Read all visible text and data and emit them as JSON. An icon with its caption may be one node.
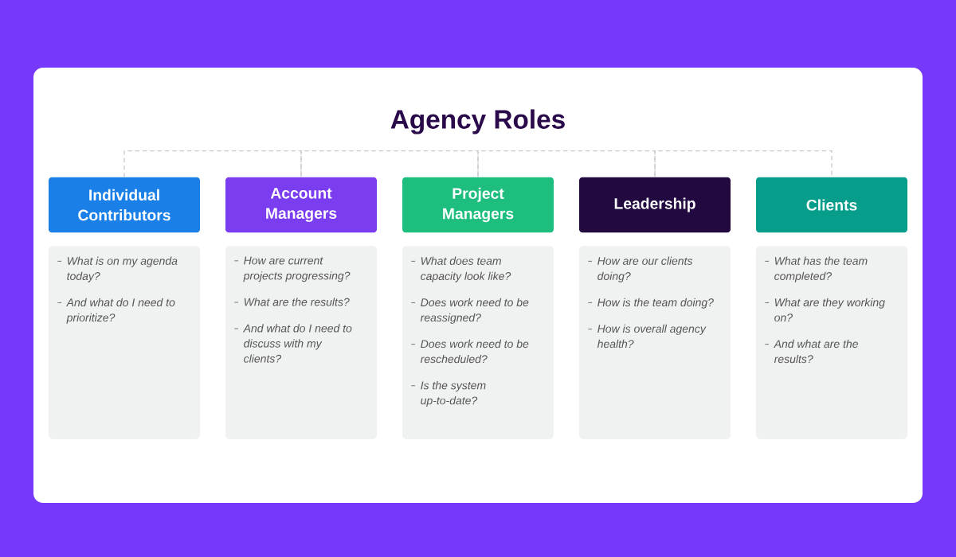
{
  "diagram": {
    "title": "Agency Roles",
    "nodes": [
      {
        "text": [
          "Individual Contributors"
        ]
      },
      {
        "text": [
          "Account Managers"
        ]
      },
      {
        "text": [
          "Project Managers"
        ]
      },
      {
        "text": [
          "Leadership"
        ]
      },
      {
        "text": [
          "Clients"
        ]
      },
      {
        "text": [
          "What is on my agenda today?",
          "And what do I need to prioritize?"
        ]
      },
      {
        "text": [
          "How are current projects progressing?",
          "What are the results?",
          "And what do I need to discuss with my clients?"
        ]
      },
      {
        "text": [
          "What does team capacity look like?",
          "Does work need to be reassigned?",
          "Does work need to be rescheduled?",
          "Is the system up-to-date?"
        ]
      },
      {
        "text": [
          "How are our clients doing?",
          "How is the team doing?",
          "How is overall agency health?"
        ]
      },
      {
        "text": [
          "What has the team completed?",
          "What are they working on?",
          "And what are the results?"
        ]
      }
    ],
    "edges": [
      {
        "from": 0,
        "to": 1,
        "arrow": "none",
        "style": "dashed"
      },
      {
        "from": 1,
        "to": 2,
        "arrow": "none",
        "style": "dashed"
      },
      {
        "from": 2,
        "to": 3,
        "arrow": "none",
        "style": "dashed"
      },
      {
        "from": 3,
        "to": 4,
        "arrow": "none",
        "style": "dashed"
      }
    ]
  }
}
